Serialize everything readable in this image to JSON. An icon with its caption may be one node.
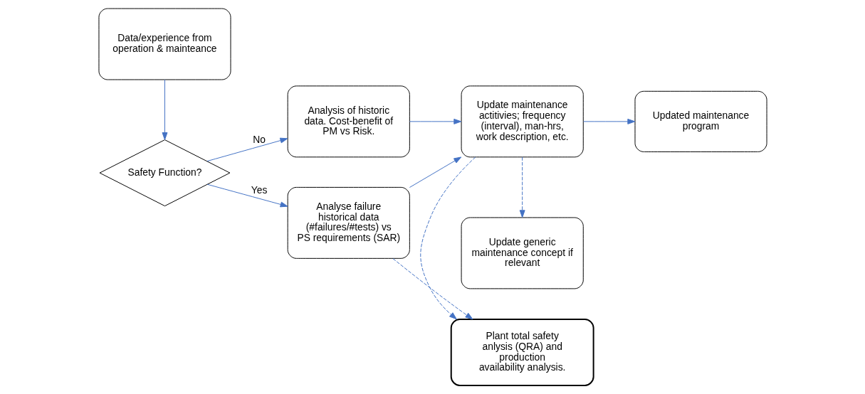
{
  "diagram": {
    "nodes": [
      {
        "text": [
          "Data/experience from operation & mainteance"
        ]
      },
      {
        "text": [
          "Safety Function?"
        ]
      },
      {
        "text": [
          "Analyse failure historical data (#failures/#tests) vs PS requirements (SAR)"
        ]
      },
      {
        "text": [
          "Plant total safety anlysis (QRA) and production availability analysis."
        ]
      },
      {
        "text": [
          "Update maintenance actitivies; frequency (interval), man-hrs, work description, etc."
        ]
      },
      {
        "text": [
          "Updated maintenance program"
        ]
      },
      {
        "text": [
          "Analysis of historic data. Cost-benefit of PM vs Risk."
        ]
      },
      {
        "text": [
          "Update generic maintenance concept if relevant"
        ]
      }
    ],
    "edges": [
      {
        "from": 0,
        "to": 1,
        "arrow": "to"
      },
      {
        "from": 1,
        "to": 2,
        "arrow": "to",
        "label": "Yes"
      },
      {
        "from": 1,
        "to": 6,
        "arrow": "to",
        "label": "No"
      },
      {
        "from": 2,
        "to": 4,
        "arrow": "to"
      },
      {
        "from": 6,
        "to": 4,
        "arrow": "to"
      },
      {
        "from": 2,
        "to": 3,
        "arrow": "to",
        "style": "dashed"
      },
      {
        "from": 4,
        "to": 3,
        "arrow": "to",
        "style": "dashed"
      },
      {
        "from": 4,
        "to": 5,
        "arrow": "to"
      },
      {
        "from": 4,
        "to": 7,
        "arrow": "to",
        "style": "dashed"
      }
    ]
  }
}
